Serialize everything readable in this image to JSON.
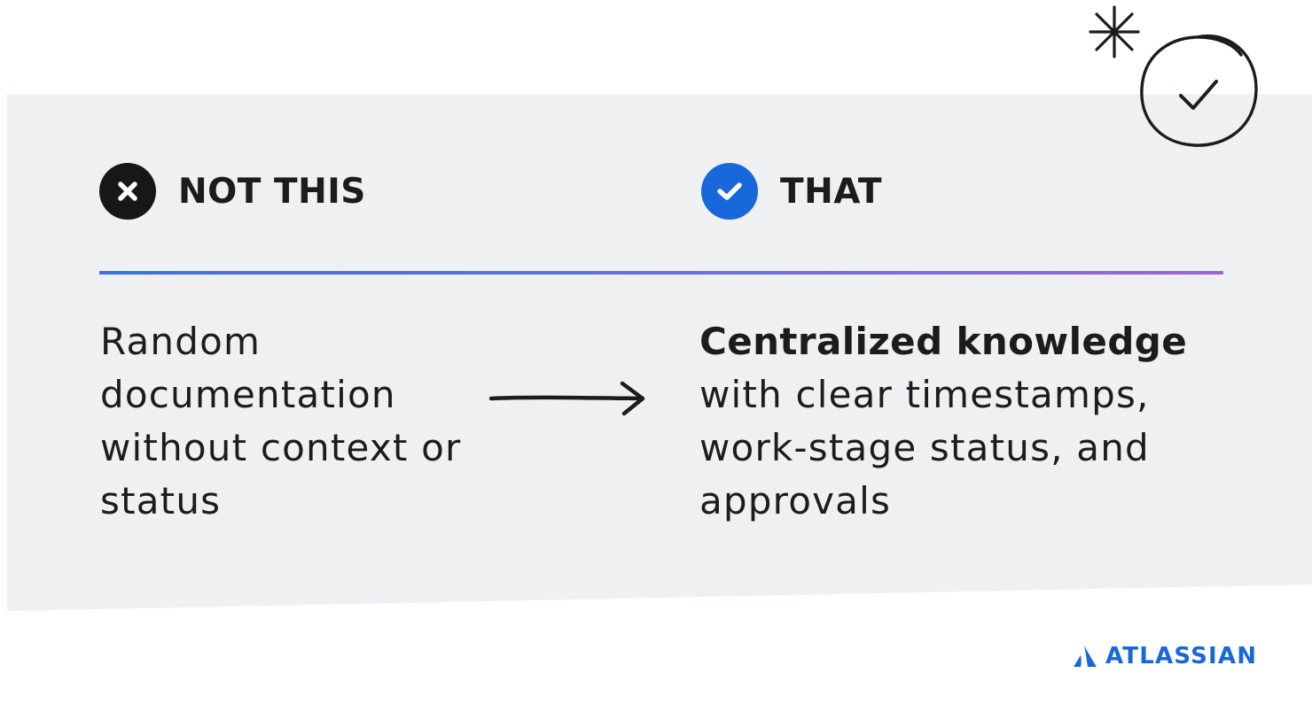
{
  "left_column": {
    "heading": "NOT THIS",
    "badge_icon": "close-icon",
    "text": "Random documentation without context or status"
  },
  "right_column": {
    "heading": "THAT",
    "badge_icon": "check-icon",
    "text_bold": "Centralized knowledge",
    "text_rest": "with clear timestamps, work-stage status, and approvals"
  },
  "decorations": {
    "arrow_icon": "arrow-right-icon",
    "doodle_icons": [
      "sparkle-icon",
      "circled-check-icon"
    ]
  },
  "brand": {
    "logo_icon": "atlassian-logo-icon",
    "name": "ATLASSIAN"
  },
  "colors": {
    "panel": "#eff0f2",
    "text": "#1c1c1c",
    "badge_dark": "#171717",
    "badge_blue": "#1868db",
    "brand": "#1868db",
    "divider_start": "#3d6fe0",
    "divider_end": "#9a63dc"
  }
}
